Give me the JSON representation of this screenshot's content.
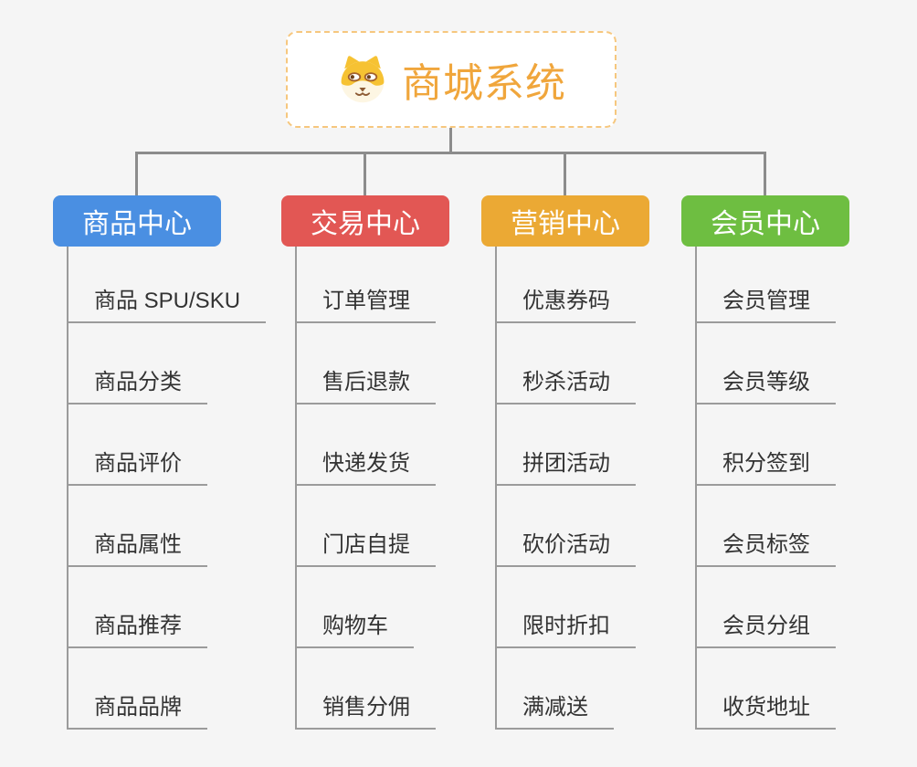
{
  "root": {
    "title": "商城系统",
    "icon": "dog-face-icon",
    "title_color": "#f0a63c",
    "border_color": "#f6c77e"
  },
  "connector_color": "#8c8c8c",
  "branches": [
    {
      "label": "商品中心",
      "color": "#4a8fe2",
      "items": [
        "商品 SPU/SKU",
        "商品分类",
        "商品评价",
        "商品属性",
        "商品推荐",
        "商品品牌"
      ]
    },
    {
      "label": "交易中心",
      "color": "#e25754",
      "items": [
        "订单管理",
        "售后退款",
        "快递发货",
        "门店自提",
        "购物车",
        "销售分佣"
      ]
    },
    {
      "label": "营销中心",
      "color": "#eba934",
      "items": [
        "优惠券码",
        "秒杀活动",
        "拼团活动",
        "砍价活动",
        "限时折扣",
        "满减送"
      ]
    },
    {
      "label": "会员中心",
      "color": "#6ebe41",
      "items": [
        "会员管理",
        "会员等级",
        "积分签到",
        "会员标签",
        "会员分组",
        "收货地址"
      ]
    }
  ]
}
